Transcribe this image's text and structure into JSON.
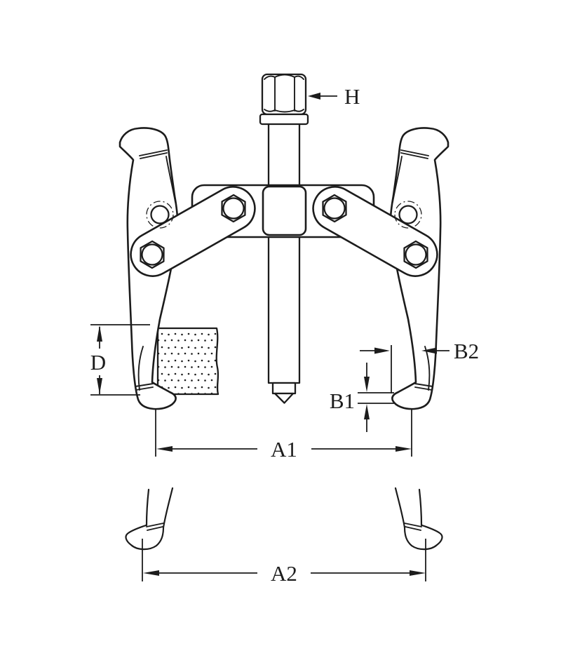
{
  "figure": {
    "kind": "technical-line-drawing",
    "subject": "Two-jaw gear puller with dimension callouts",
    "background": "#ffffff",
    "line_color": "#1c1c1c",
    "labels": {
      "h": "H",
      "d": "D",
      "b2": "B2",
      "b1": "B1",
      "a1": "A1",
      "a2": "A2"
    }
  }
}
